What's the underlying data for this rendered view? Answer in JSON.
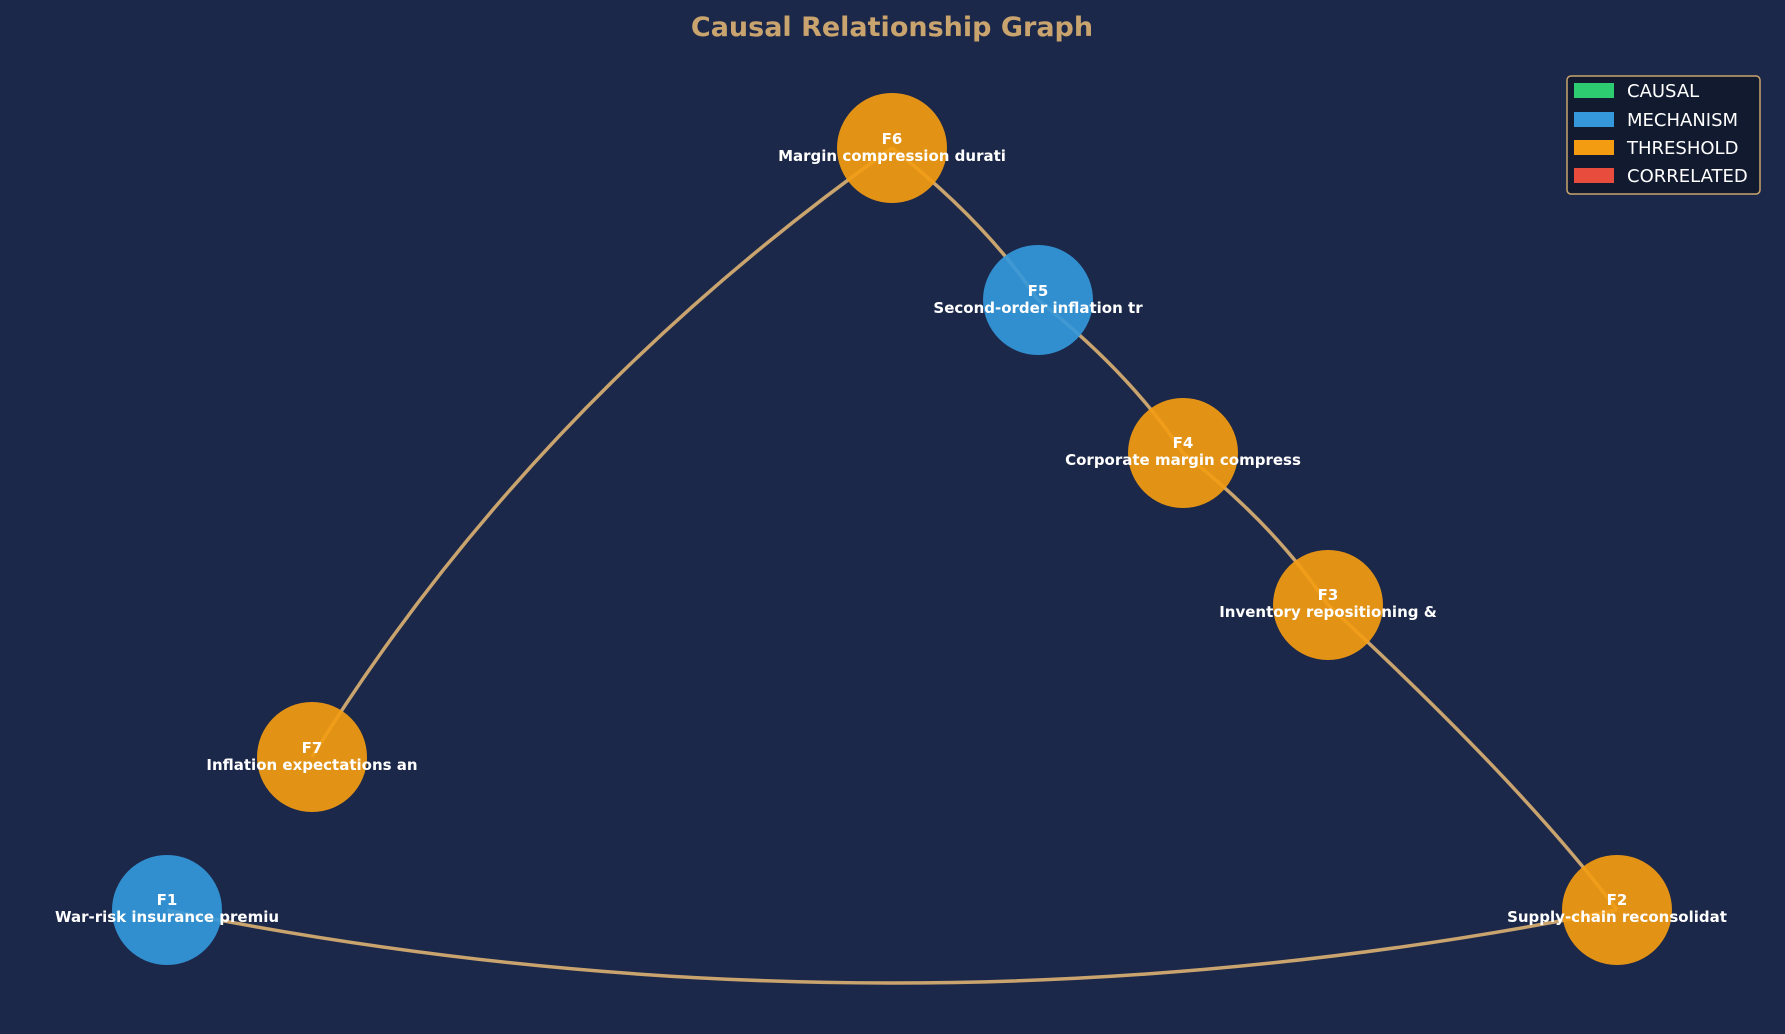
{
  "title": "Causal Relationship Graph",
  "colors": {
    "background": "#1c2849",
    "accent": "#c9a46e",
    "edge": "#c9a46e",
    "legend_bg": "#111a2e",
    "node_text": "#ffffff"
  },
  "legend": {
    "placement": "top-right",
    "items": [
      {
        "label": "CAUSAL",
        "color": "#2ecc71"
      },
      {
        "label": "MECHANISM",
        "color": "#3498db"
      },
      {
        "label": "THRESHOLD",
        "color": "#f39c12"
      },
      {
        "label": "CORRELATED",
        "color": "#e74c3c"
      }
    ]
  },
  "nodes": [
    {
      "id": "F1",
      "label": "War-risk insurance premiu",
      "type": "MECHANISM"
    },
    {
      "id": "F2",
      "label": "Supply-chain reconsolidat",
      "type": "THRESHOLD"
    },
    {
      "id": "F3",
      "label": "Inventory repositioning &",
      "type": "THRESHOLD"
    },
    {
      "id": "F4",
      "label": "Corporate margin compress",
      "type": "THRESHOLD"
    },
    {
      "id": "F5",
      "label": "Second-order inflation tr",
      "type": "MECHANISM"
    },
    {
      "id": "F6",
      "label": "Margin compression durati",
      "type": "THRESHOLD"
    },
    {
      "id": "F7",
      "label": "Inflation expectations an",
      "type": "THRESHOLD"
    }
  ],
  "edges": [
    {
      "from": "F1",
      "to": "F2"
    },
    {
      "from": "F2",
      "to": "F3"
    },
    {
      "from": "F3",
      "to": "F4"
    },
    {
      "from": "F4",
      "to": "F5"
    },
    {
      "from": "F5",
      "to": "F6"
    },
    {
      "from": "F6",
      "to": "F7"
    }
  ]
}
